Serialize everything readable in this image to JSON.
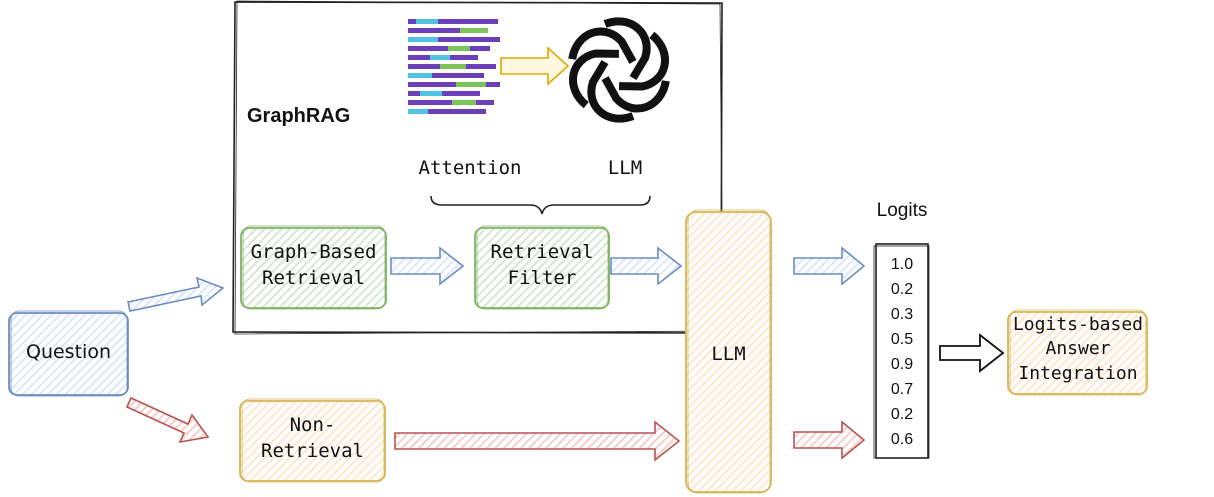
{
  "graphrag": {
    "title": "GraphRAG",
    "attention_label": "Attention",
    "llm_label": "LLM",
    "openai_logo": "openai-knot-icon",
    "document_icon": "document-lines-icon"
  },
  "nodes": {
    "question": "Question",
    "graph_retrieval": "Graph-Based\nRetrieval",
    "retrieval_filter": "Retrieval\nFilter",
    "non_retrieval": "Non-\nRetrieval",
    "llm": "LLM",
    "answer_integration": "Logits-based\nAnswer\nIntegration"
  },
  "logits": {
    "title": "Logits",
    "values": [
      "1.0",
      "0.2",
      "0.3",
      "0.5",
      "0.9",
      "0.7",
      "0.2",
      "0.6"
    ]
  },
  "colors": {
    "blue": "#6c8ebf",
    "blue_fill": "#dae8fc",
    "green": "#82b366",
    "green_fill": "#d5e8d4",
    "orange": "#d6b656",
    "orange_fill": "#ffe6cc",
    "red": "#b85450",
    "red_fill": "#f8cecc",
    "purple": "#6a3fb8",
    "cyan": "#4fc3e0"
  }
}
